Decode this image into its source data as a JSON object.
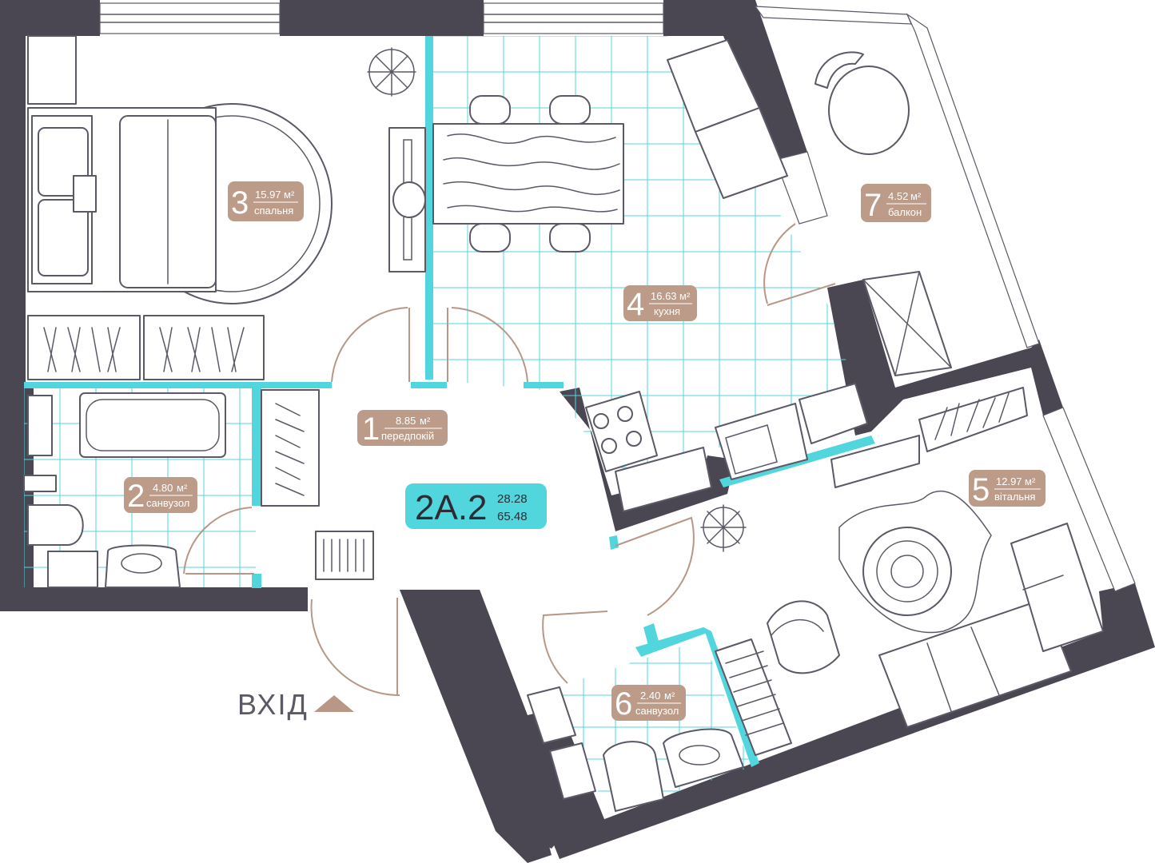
{
  "unit": {
    "code": "2А.2",
    "living_area": "28.28",
    "total_area": "65.48"
  },
  "entrance_label": "ВХІД",
  "area_unit": "м²",
  "rooms": [
    {
      "number": "1",
      "area": "8.85",
      "name": "передпокій"
    },
    {
      "number": "2",
      "area": "4.80",
      "name": "санвузол"
    },
    {
      "number": "3",
      "area": "15.97",
      "name": "спальня"
    },
    {
      "number": "4",
      "area": "16.63",
      "name": "кухня"
    },
    {
      "number": "5",
      "area": "12.97",
      "name": "вітальня"
    },
    {
      "number": "6",
      "area": "2.40",
      "name": "санвузол"
    },
    {
      "number": "7",
      "area": "4.52",
      "name": "балкон"
    }
  ],
  "colors": {
    "wall": "#4a4753",
    "tile_grid": "#52d6de",
    "label_badge": "#bd9b89",
    "door": "#b99787",
    "unit_badge": "#52d6de"
  }
}
